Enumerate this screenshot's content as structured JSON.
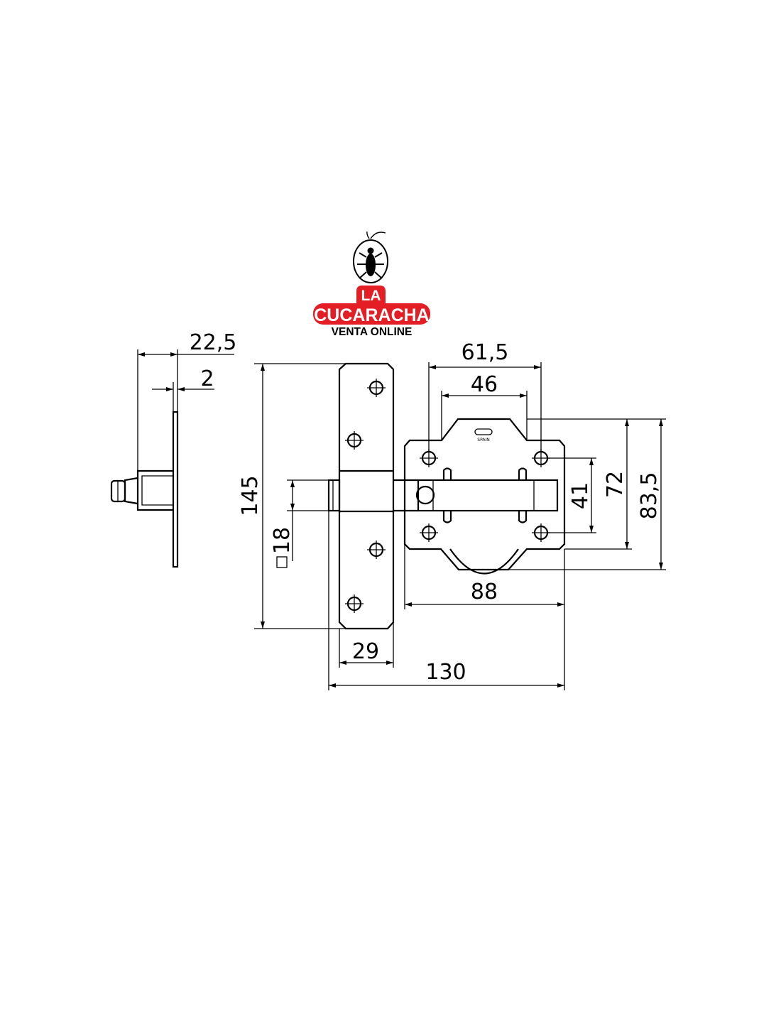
{
  "logo": {
    "line1": "LA",
    "line2": "CUCARACHA",
    "line3": "VENTA ONLINE",
    "icon": "cockroach-icon",
    "colors": {
      "red": "#e31e24",
      "text_light": "#ffffff",
      "text_dark": "#000000"
    }
  },
  "plate_marking": {
    "text": "SPAIN"
  },
  "dimensions": {
    "side_depth": "22,5",
    "side_thickness": "2",
    "plate_height": "145",
    "bolt_square": "18",
    "plate_width": "29",
    "overall_length": "130",
    "keeper_width": "88",
    "hole_spacing_outer": "61,5",
    "hole_spacing_inner": "46",
    "hole_vertical_spacing": "41",
    "keeper_height_inner": "72",
    "keeper_height_outer": "83,5"
  }
}
